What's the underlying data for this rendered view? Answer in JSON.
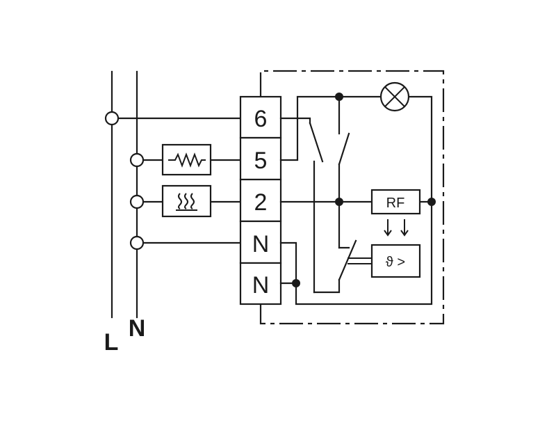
{
  "diagram": {
    "rails": {
      "L": "L",
      "N": "N"
    },
    "terminals": [
      "6",
      "5",
      "2",
      "N",
      "N"
    ],
    "rf_label": "RF",
    "thermostat_label": "ϑ >"
  }
}
